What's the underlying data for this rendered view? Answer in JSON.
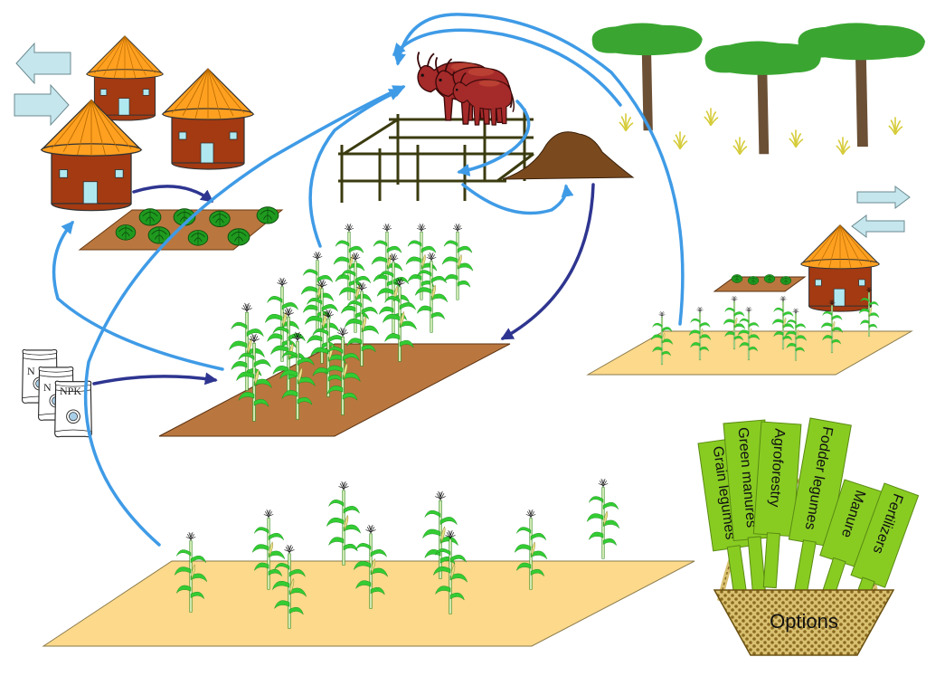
{
  "colors": {
    "hut_wall": "#a33a12",
    "hut_roof": "#ffa020",
    "field_brown": "#b9773f",
    "field_sand": "#fcd98b",
    "leaf_green": "#33cc33",
    "flow_light": "#3f9be6",
    "flow_dark": "#2e3590",
    "option_green": "#88cc22",
    "tree_canopy": "#3aa631",
    "tree_trunk": "#6b5036",
    "manure": "#7a4a1e",
    "cattle": "#a52a2a",
    "trade_arrow": "#c5e6ec"
  },
  "icons": [
    "hut-icon",
    "cabbage-icon",
    "maize-plant-icon",
    "cattle-icon",
    "fence-icon",
    "manure-heap-icon",
    "acacia-tree-icon",
    "grass-tuft-icon",
    "fertilizer-sack-icon",
    "basket-icon",
    "trade-arrow-icon"
  ],
  "sacks": [
    {
      "label": "N"
    },
    {
      "label": "N"
    },
    {
      "label": "NPK"
    }
  ],
  "options": {
    "basket_label": "Options",
    "items": [
      {
        "label": "Grain legumes"
      },
      {
        "label": "Green manures"
      },
      {
        "label": "Agroforestry"
      },
      {
        "label": "Fodder legumes"
      },
      {
        "label": "Manure"
      },
      {
        "label": "Fertilizers"
      }
    ]
  }
}
